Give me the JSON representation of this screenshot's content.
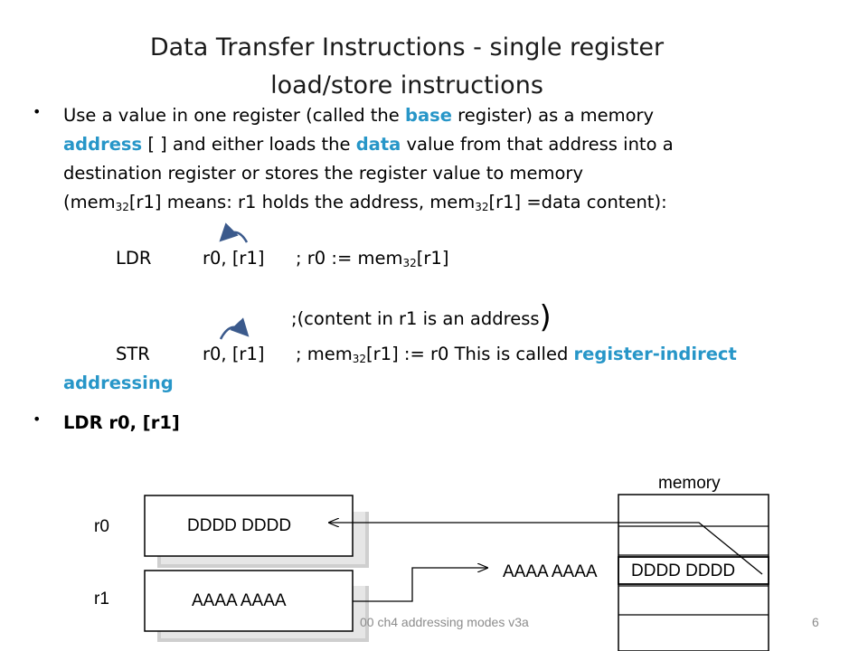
{
  "slide": {
    "title_line1": "Data Transfer Instructions - single register",
    "title_line2": "load/store instructions",
    "bullet1": {
      "text_a": "Use a value in one register (called the ",
      "hl_base": "base",
      "text_b": " register) as a memory",
      "hl_address": "address",
      "text_c": " [ ] and either loads the ",
      "hl_data": "data",
      "text_d": " value from that address into a",
      "line3": "destination register or stores the register value to memory",
      "line4_a": "(mem",
      "sub32": "32",
      "line4_b": "[r1]  means: r1 holds the address, mem",
      "line4_c": "[r1] =data content):"
    },
    "ldr_line": {
      "op": "LDR",
      "operands": "r0, [r1]",
      "comment_a": "; r0 := mem",
      "comment_b": "[r1]"
    },
    "content_note": ";(content in r1 is an address",
    "content_paren": ")",
    "str_line": {
      "op": "STR",
      "operands": "r0, [r1]",
      "comment_a": "; mem",
      "comment_b": "[r1] := r0 This is called ",
      "hl_term1": "register-indirect",
      "hl_term2": "addressing"
    },
    "bullet2": "LDR   r0, [r1]"
  },
  "diagram": {
    "r0_label": "r0",
    "r1_label": "r1",
    "r0_value": "DDDD DDDD",
    "r1_value": "AAAA AAAA",
    "memory_label": "memory",
    "address_label": "AAAA AAAA",
    "memory_cell_value": "DDDD DDDD"
  },
  "footer": {
    "text": "00 ch4 addressing modes v3a",
    "page_number": "6"
  },
  "colors": {
    "highlight": "#2796c8",
    "curved_arrow": "#3b5a8c"
  }
}
